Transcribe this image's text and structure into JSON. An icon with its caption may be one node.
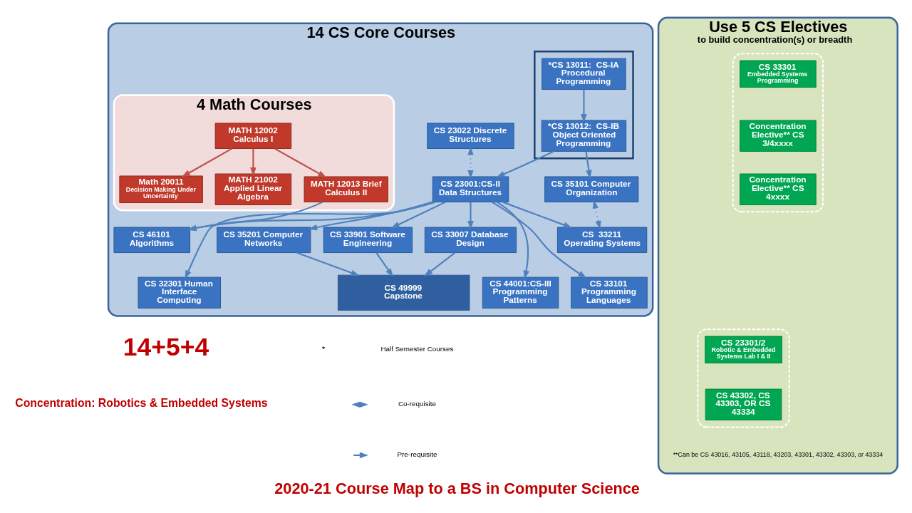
{
  "diagram": {
    "title": "2020-21 Course Map to a BS in Computer Science",
    "nodes": [
      {
        "text": [
          "14 CS Core Courses"
        ]
      },
      {
        "text": [],
        "shape": "box",
        "in": 0
      },
      {
        "text": [
          "*CS 13011:  CS-IA Procedural Programming"
        ],
        "in": 1
      },
      {
        "text": [
          "*CS 13012:  CS-IB Object Oriented Programming"
        ],
        "in": 1
      },
      {
        "text": [
          "CS 23022 Discrete Structures"
        ],
        "in": 0
      },
      {
        "text": [
          "CS 35101 Computer Organization"
        ],
        "in": 0
      },
      {
        "text": [
          "CS 23001:CS-II Data Structures"
        ],
        "in": 0
      },
      {
        "text": [
          "4 Math Courses"
        ],
        "in": 0
      },
      {
        "text": [
          "MATH 12002 Calculus I"
        ],
        "in": 7
      },
      {
        "text": [
          "Math 20011",
          "Decision Making Under Uncertainty"
        ],
        "in": 7
      },
      {
        "text": [
          "MATH 21002 Applied Linear Algebra"
        ],
        "in": 7
      },
      {
        "text": [
          "MATH 12013 Brief Calculus II"
        ],
        "in": 7
      },
      {
        "text": [
          "CS  33211 Operating Systems"
        ],
        "in": 0
      },
      {
        "text": [
          "CS 35201 Computer Networks"
        ],
        "in": 0
      },
      {
        "text": [
          "CS 33901 Software Engineering"
        ],
        "in": 0
      },
      {
        "text": [
          "CS 33007 Database Design"
        ],
        "in": 0
      },
      {
        "text": [
          "CS 46101 Algorithms"
        ],
        "in": 0
      },
      {
        "text": [
          "CS 32301 Human Interface Computing"
        ],
        "in": 0
      },
      {
        "text": [
          "CS 44001:CS-III Programming Patterns"
        ],
        "in": 0
      },
      {
        "text": [
          "CS 33101 Programming Languages"
        ],
        "in": 0
      },
      {
        "text": [
          "CS 49999  Capstone"
        ],
        "in": 0
      },
      {
        "text": [
          "Use 5 CS Electives",
          "to build concentration(s) or breadth"
        ]
      },
      {
        "text": [],
        "shape": "box",
        "in": 21
      },
      {
        "text": [
          "CS 23301/2",
          "Robotic & Embedded Systems Lab I & II"
        ],
        "in": 22
      },
      {
        "text": [
          "CS 43302, CS 43303, OR CS 43334"
        ],
        "in": 22
      },
      {
        "text": [],
        "shape": "box",
        "in": 21
      },
      {
        "text": [
          "CS 33301",
          "Embedded Systems Programming"
        ],
        "in": 25
      },
      {
        "text": [
          "Concentration Elective** CS 3/4xxxx"
        ],
        "in": 25
      },
      {
        "text": [
          "Concentration Elective** CS 4xxxx"
        ],
        "in": 25
      }
    ],
    "edges": [
      {
        "from": 2,
        "to": 3,
        "arrow": "to"
      },
      {
        "from": 3,
        "to": 5,
        "arrow": "to"
      },
      {
        "from": 3,
        "to": 6,
        "arrow": "to"
      },
      {
        "from": 4,
        "to": 6,
        "arrow": "both",
        "style": "dashed"
      },
      {
        "from": 8,
        "to": 9,
        "arrow": "to",
        "color": "#c0504d"
      },
      {
        "from": 8,
        "to": 10,
        "arrow": "to",
        "color": "#c0504d"
      },
      {
        "from": 8,
        "to": 11,
        "arrow": "to",
        "color": "#c0504d"
      },
      {
        "from": 5,
        "to": 12,
        "arrow": "both",
        "style": "dashed"
      },
      {
        "from": 6,
        "to": 12,
        "arrow": "to"
      },
      {
        "from": 6,
        "to": 13,
        "arrow": "to"
      },
      {
        "from": 6,
        "to": 14,
        "arrow": "to"
      },
      {
        "from": 6,
        "to": 15,
        "arrow": "to"
      },
      {
        "from": 6,
        "to": 16,
        "arrow": "to"
      },
      {
        "from": 11,
        "to": 16,
        "arrow": "to"
      },
      {
        "from": 6,
        "to": 17,
        "arrow": "to"
      },
      {
        "from": 6,
        "to": 18,
        "arrow": "to"
      },
      {
        "from": 6,
        "to": 19,
        "arrow": "to"
      },
      {
        "from": 13,
        "to": 20,
        "arrow": "to"
      },
      {
        "from": 14,
        "to": 20,
        "arrow": "to"
      },
      {
        "from": 15,
        "to": 20,
        "arrow": "to"
      }
    ],
    "labels": [
      "*",
      "14+5+4",
      "Concentration: Robotics & Embedded Systems",
      "**Can be CS 43016, 43105, 43118, 43203, 43301, 43302, 43303, or 43334"
    ],
    "legend": [
      {
        "text": "Half Semester Courses"
      },
      {
        "text": "Co-requisite"
      },
      {
        "text": "Pre-requisite"
      }
    ]
  }
}
